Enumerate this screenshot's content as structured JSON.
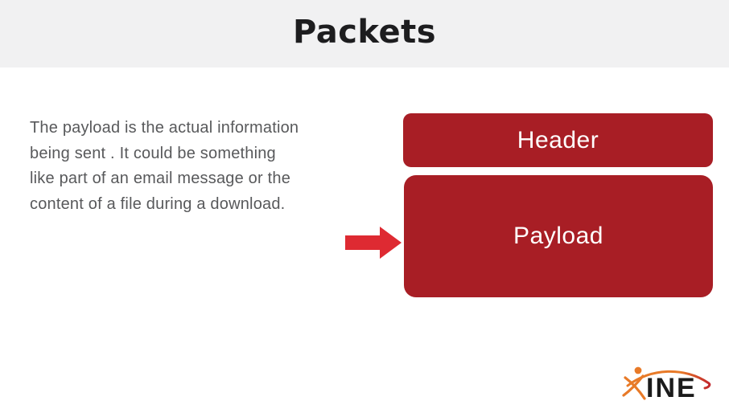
{
  "slide": {
    "title": "Packets"
  },
  "body": {
    "lines": [
      "The payload is the actual information",
      "being sent . It could be something",
      "like part of an email message or the",
      "content of a file during a download."
    ]
  },
  "diagram": {
    "header_box_label": "Header",
    "payload_box_label": "Payload",
    "arrow_icon": "right-arrow"
  },
  "logo": {
    "text": "INE"
  },
  "colors": {
    "band_bg": "#f1f1f2",
    "title_text": "#1d1d1f",
    "body_text": "#58595b",
    "box_red": "#a81e25",
    "box_text": "#ffffff",
    "arrow_red": "#de2a32",
    "logo_orange": "#e87a28",
    "logo_orange_dark": "#c1272d",
    "logo_black": "#1b1b1b"
  }
}
